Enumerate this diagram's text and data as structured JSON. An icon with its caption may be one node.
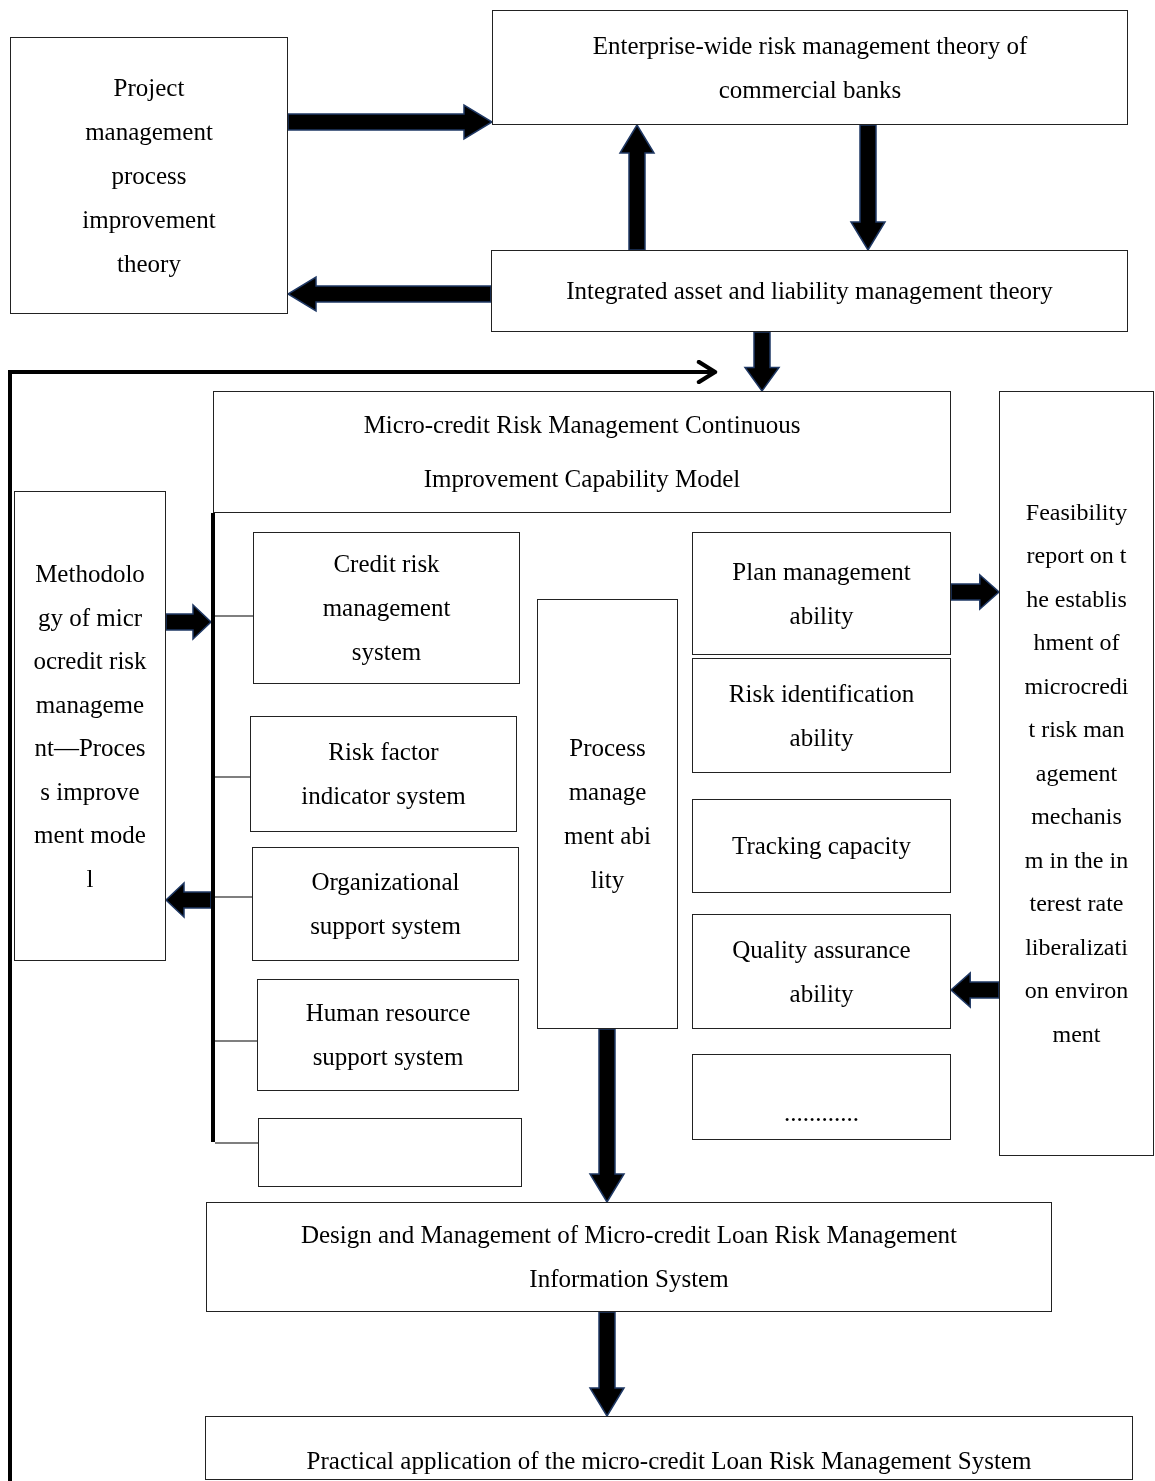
{
  "diagram": {
    "nodes": [
      {
        "text": [
          "Project management process improvement theory"
        ]
      },
      {
        "text": [
          "Enterprise-wide risk management theory of commercial banks"
        ]
      },
      {
        "text": [
          "Integrated asset and liability management theory"
        ]
      },
      {
        "text": [
          "Micro-credit Risk Management Continuous Improvement Capability Model"
        ]
      },
      {
        "text": [
          "Methodology of microcredit risk management—Process improvement model"
        ]
      },
      {
        "text": [
          "Feasibility report on the establishment of microcredit risk management mechanism in the interest rate liberalization environment"
        ]
      },
      {
        "text": [],
        "shape": "bar"
      },
      {
        "text": [
          "Credit risk management system"
        ]
      },
      {
        "text": [
          "Risk factor indicator system"
        ]
      },
      {
        "text": [
          "Organizational support system"
        ]
      },
      {
        "text": [
          "Human resource support system"
        ]
      },
      {
        "text": [],
        "shape": "box"
      },
      {
        "text": [
          "Process management ability"
        ]
      },
      {
        "text": [
          "Plan management ability"
        ]
      },
      {
        "text": [
          "Risk identification ability"
        ]
      },
      {
        "text": [
          "Tracking capacity"
        ]
      },
      {
        "text": [
          "Quality assurance ability"
        ]
      },
      {
        "text": [
          "............"
        ]
      },
      {
        "text": [
          "Design and Management of Micro-credit Loan Risk Management Information System"
        ]
      },
      {
        "text": [
          "Practical application of the micro-credit Loan Risk Management System"
        ]
      }
    ],
    "edges": [
      {
        "from": 0,
        "to": 1,
        "arrow": "to"
      },
      {
        "from": 2,
        "to": 1,
        "arrow": "to"
      },
      {
        "from": 1,
        "to": 2,
        "arrow": "to"
      },
      {
        "from": 2,
        "to": 0,
        "arrow": "to"
      },
      {
        "from": 2,
        "to": 3,
        "arrow": "to"
      },
      {
        "from": null,
        "to": 3,
        "arrow": "to",
        "style": "thick"
      },
      {
        "from": 4,
        "to": 6,
        "arrow": "to"
      },
      {
        "from": 6,
        "to": 4,
        "arrow": "to"
      },
      {
        "from": 6,
        "to": 7,
        "arrow": "none"
      },
      {
        "from": 6,
        "to": 8,
        "arrow": "none"
      },
      {
        "from": 6,
        "to": 9,
        "arrow": "none"
      },
      {
        "from": 6,
        "to": 10,
        "arrow": "none"
      },
      {
        "from": 6,
        "to": 11,
        "arrow": "none"
      },
      {
        "from": 13,
        "to": 5,
        "arrow": "to"
      },
      {
        "from": 5,
        "to": 16,
        "arrow": "to"
      },
      {
        "from": 12,
        "to": 18,
        "arrow": "to"
      },
      {
        "from": 18,
        "to": 19,
        "arrow": "to"
      }
    ]
  }
}
